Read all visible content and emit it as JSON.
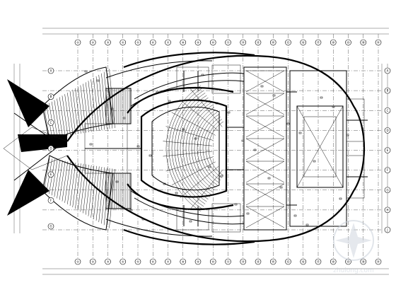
{
  "drawing": {
    "background": "#ffffff",
    "line_color": "#000000",
    "column_grid_top": [
      "①",
      "②",
      "③",
      "④",
      "⑤",
      "⑥",
      "⑦",
      "⑧",
      "⑨",
      "⑩",
      "⑪",
      "⑫",
      "⑬",
      "⑭",
      "⑮",
      "⑯",
      "⑰",
      "⑱",
      "⑲",
      "⑳",
      "㉑"
    ],
    "row_grid_right": [
      "A",
      "B",
      "C",
      "D",
      "E",
      "F",
      "G",
      "H",
      "J"
    ],
    "row_grid_left": [
      "A",
      "B",
      "C",
      "D",
      "E",
      "F",
      "G"
    ]
  },
  "watermark": {
    "text": "zhulong.com",
    "color": "#d6dce4"
  }
}
